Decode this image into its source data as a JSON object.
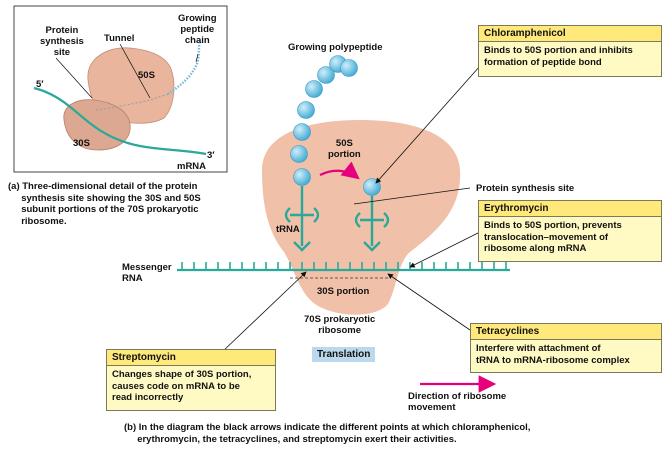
{
  "inset": {
    "label_5prime": "5′",
    "label_3prime": "3′",
    "label_protein_site": "Protein\nsynthesis\nsite",
    "label_tunnel": "Tunnel",
    "label_growing_chain": "Growing\npeptide\nchain",
    "label_50s": "50S",
    "label_30s": "30S",
    "label_mrna": "mRNA",
    "caption": "(a) Three-dimensional detail of the protein\n     synthesis site showing the 30S and 50S\n     subunit portions of the 70S prokaryotic\n     ribosome."
  },
  "main": {
    "growing_polypeptide": "Growing polypeptide",
    "portion_50s": "50S\nportion",
    "portion_30s": "30S portion",
    "protein_site": "Protein synthesis site",
    "trna": "tRNA",
    "messenger_rna": "Messenger\nRNA",
    "ribosome_70s": "70S prokaryotic\nribosome",
    "translation": "Translation",
    "direction": "Direction of ribosome\nmovement"
  },
  "boxes": {
    "chloramphenicol": {
      "title": "Chloramphenicol",
      "text": "Binds to 50S portion and inhibits\nformation of peptide bond"
    },
    "erythromycin": {
      "title": "Erythromycin",
      "text": "Binds to 50S portion, prevents\ntranslocation–movement of\nribosome along mRNA"
    },
    "tetracyclines": {
      "title": "Tetracyclines",
      "text": "Interfere with attachment of\ntRNA to mRNA-ribosome complex"
    },
    "streptomycin": {
      "title": "Streptomycin",
      "text": "Changes shape of 30S portion,\ncauses code on mRNA to be\nread incorrectly"
    }
  },
  "caption_b": "(b) In the diagram the black arrows indicate the different points at which chloramphenicol,\n     erythromycin, the tetracyclines, and streptomycin exert their activities.",
  "colors": {
    "ribosome": "#f1c0a8",
    "rna": "#2aa89a",
    "bead": "#6cc3e0",
    "arrow_magenta": "#e6007e",
    "box_fill": "#fff9c4",
    "box_head": "#ffe97a",
    "badge": "#bcd8ec"
  }
}
